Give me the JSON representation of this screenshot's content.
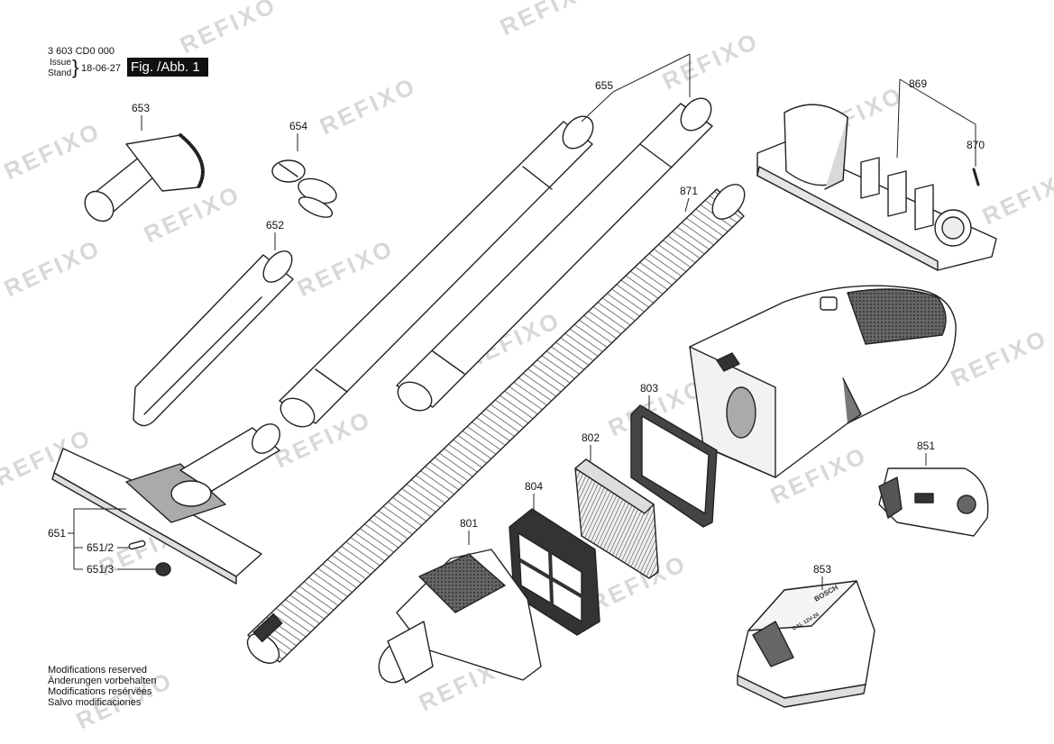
{
  "header": {
    "doc_number": "3 603 CD0 000",
    "issue_label": "Issue",
    "stand_label": "Stand",
    "date": "18-06-27",
    "figure_label": "Fig. /Abb. 1"
  },
  "footer_notes": [
    "Modifications reserved",
    "Änderungen vorbehalten",
    "Modifications resérvées",
    "Salvo modificaciones"
  ],
  "watermark_text": "REFIXO",
  "part_labels": {
    "p653": "653",
    "p654": "654",
    "p652": "652",
    "p655": "655",
    "p871": "871",
    "p869": "869",
    "p870": "870",
    "p651": "651",
    "p651_2": "651/2",
    "p651_3": "651/3",
    "p801": "801",
    "p804": "804",
    "p802": "802",
    "p803": "803",
    "p851": "851",
    "p853": "853"
  },
  "charger_text": {
    "brand": "BOSCH",
    "model": "GAL 12V-20"
  },
  "colors": {
    "line": "#222222",
    "fill": "#ffffff",
    "shade": "#d9d9d9",
    "dark": "#555555",
    "watermark": "#c8c8c8"
  }
}
